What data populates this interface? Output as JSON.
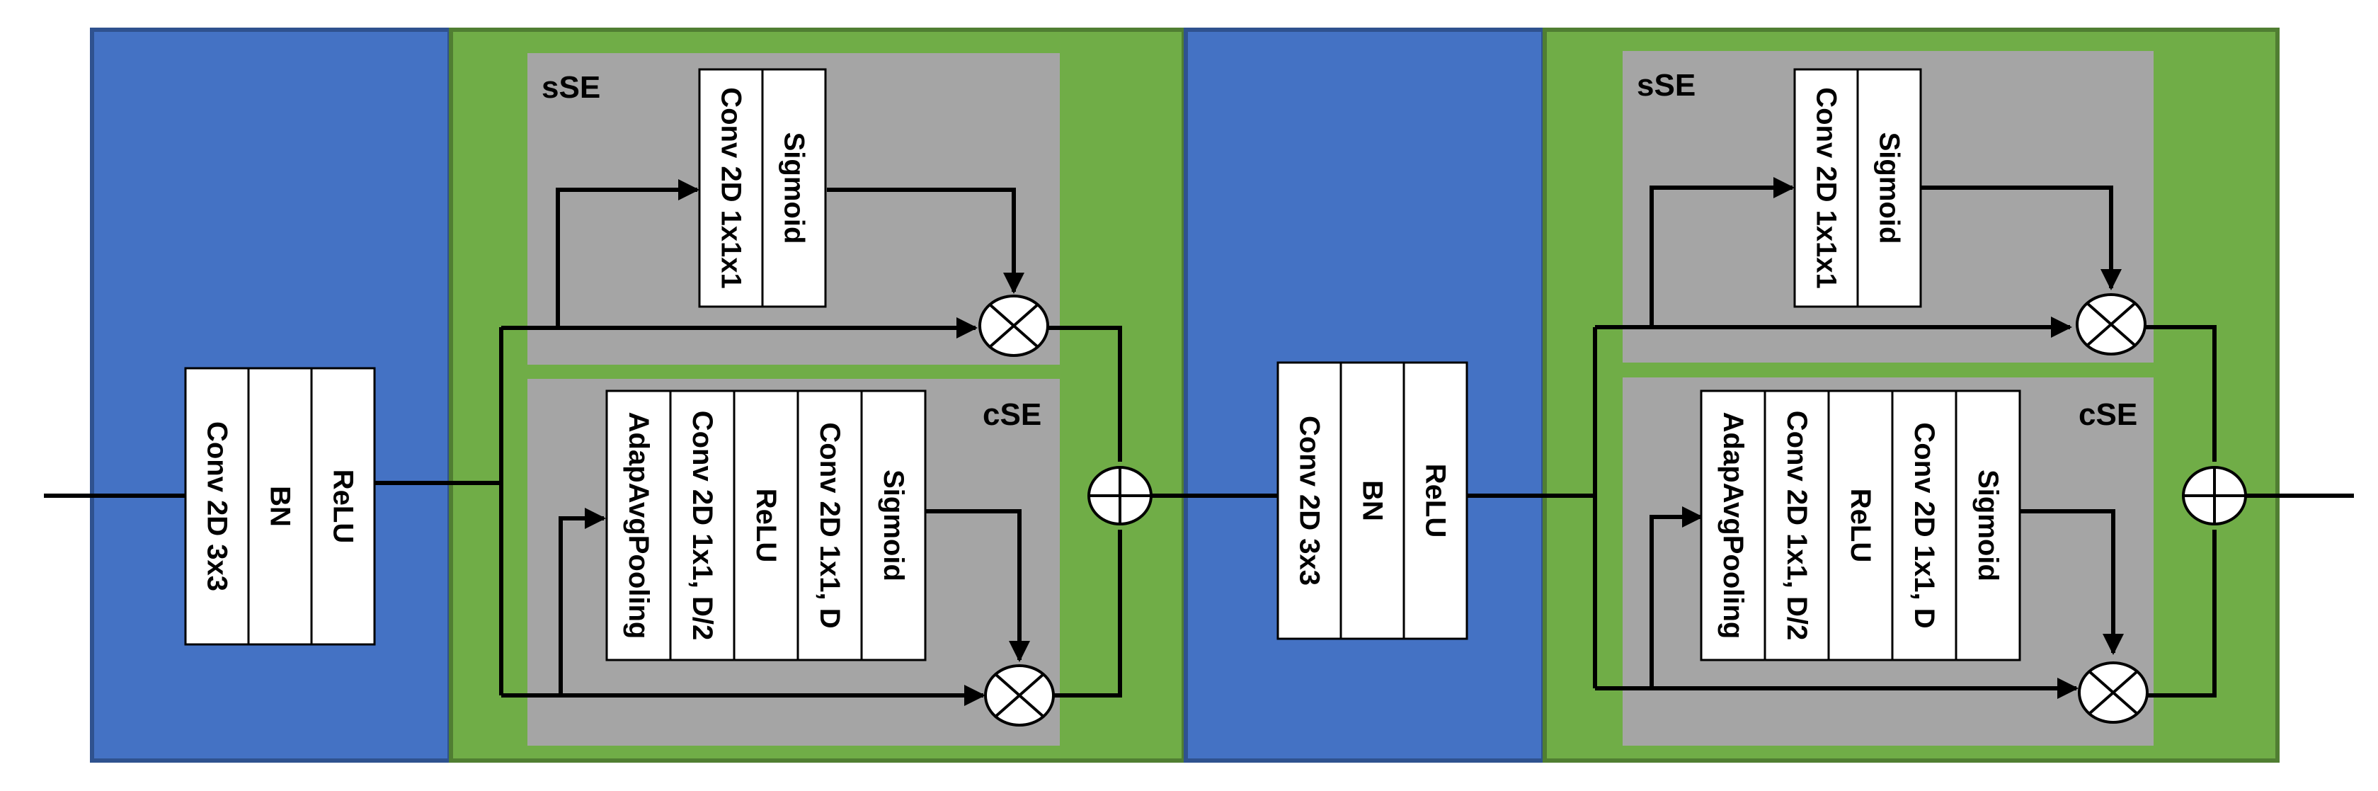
{
  "colors": {
    "conv_block": "#4472C4",
    "scse_block": "#70AD47",
    "attention_panel": "#A5A5A5",
    "layer_box": "#FFFFFF",
    "line": "#000000"
  },
  "conv_blocks": [
    {
      "layers": [
        "Conv 2D 3x3",
        "BN",
        "ReLU"
      ]
    },
    {
      "layers": [
        "Conv 2D 3x3",
        "BN",
        "ReLU"
      ]
    }
  ],
  "scse_blocks": [
    {
      "sse": {
        "label": "sSE",
        "layers": [
          "Conv 2D 1x1x1",
          "Sigmoid"
        ]
      },
      "cse": {
        "label": "cSE",
        "layers": [
          "AdapAvgPooling",
          "Conv 2D 1x1, D/2",
          "ReLU",
          "Conv 2D 1x1, D",
          "Sigmoid"
        ]
      }
    },
    {
      "sse": {
        "label": "sSE",
        "layers": [
          "Conv 2D 1x1x1",
          "Sigmoid"
        ]
      },
      "cse": {
        "label": "cSE",
        "layers": [
          "AdapAvgPooling",
          "Conv 2D 1x1, D/2",
          "ReLU",
          "Conv 2D 1x1, D",
          "Sigmoid"
        ]
      }
    }
  ],
  "operators": {
    "multiply": "⊗",
    "add": "⊕"
  }
}
